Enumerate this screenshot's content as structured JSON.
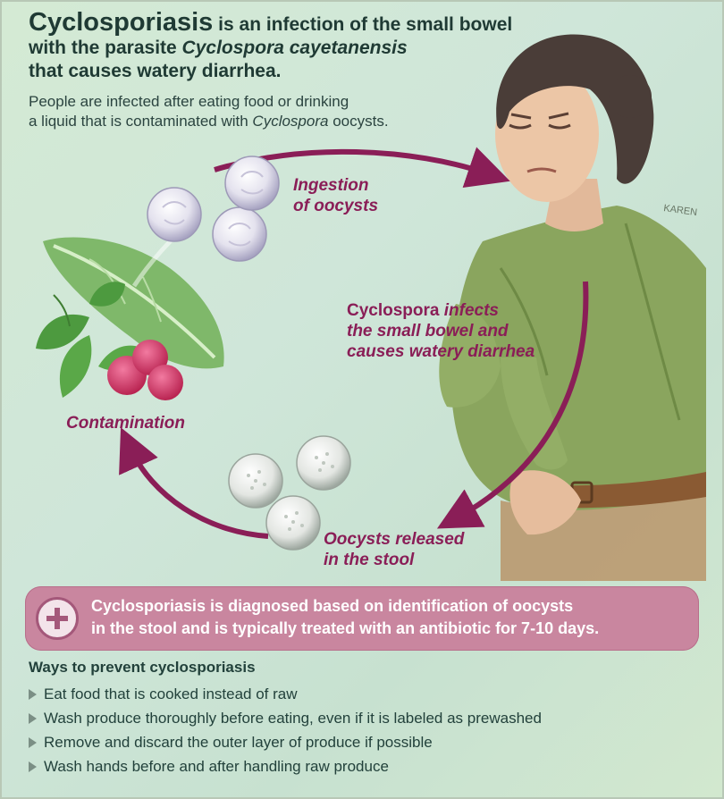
{
  "header": {
    "title_term": "Cyclosporiasis",
    "title_rest_1": " is an infection of the small bowel",
    "title_line2_a": "with the parasite ",
    "title_line2_species": "Cyclospora cayetanensis",
    "title_line3": "that causes watery diarrhea.",
    "intro_line1": "People are infected after eating food or drinking",
    "intro_line2_a": "a liquid that is contaminated with ",
    "intro_line2_it": "Cyclospora",
    "intro_line2_b": " oocysts."
  },
  "cycle": {
    "ingestion_line1": "Ingestion",
    "ingestion_line2": "of oocysts",
    "infects_a": "Cyclospora",
    "infects_b": " infects",
    "infects_line2": "the small bowel and",
    "infects_line3": "causes watery diarrhea",
    "released_line1": "Oocysts released",
    "released_line2": "in the stool",
    "contamination": "Contamination"
  },
  "artist_signature": "KAREN",
  "diagnosis": {
    "icon": "medical-cross-icon",
    "line1": "Cyclosporiasis is diagnosed based on identification of oocysts",
    "line2": "in the stool and is typically treated with an antibiotic for 7-10 days."
  },
  "prevention": {
    "title": "Ways to prevent cyclosporiasis",
    "items": [
      "Eat food that is cooked instead of raw",
      "Wash produce thoroughly before eating, even if it is labeled as prewashed",
      "Remove and discard the outer layer of produce if possible",
      "Wash hands before and after handling raw produce"
    ]
  },
  "colors": {
    "accent": "#8a1e57",
    "heading": "#1f3a34",
    "diagnosis_bg": "#c9869f",
    "background": "#d0e7d3"
  }
}
